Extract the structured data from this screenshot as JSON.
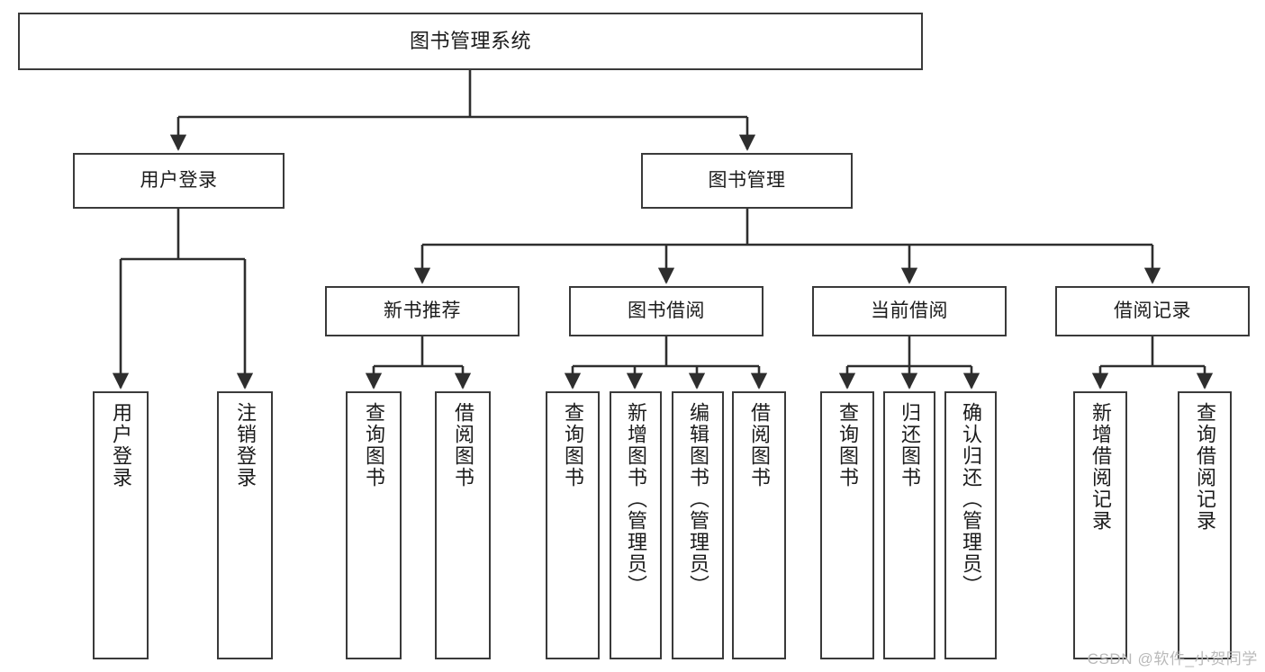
{
  "diagram": {
    "title": "图书管理系统",
    "type": "tree",
    "stroke_color": "#3a3a3a",
    "background_color": "#ffffff",
    "levels": [
      {
        "level": 1,
        "nodes": [
          {
            "id": "root",
            "label": "图书管理系统"
          }
        ]
      },
      {
        "level": 2,
        "nodes": [
          {
            "id": "login",
            "label": "用户登录",
            "parent": "root"
          },
          {
            "id": "bookmgmt",
            "label": "图书管理",
            "parent": "root"
          }
        ]
      },
      {
        "level": 3,
        "nodes": [
          {
            "id": "newbook",
            "label": "新书推荐",
            "parent": "bookmgmt"
          },
          {
            "id": "borrow",
            "label": "图书借阅",
            "parent": "bookmgmt"
          },
          {
            "id": "current",
            "label": "当前借阅",
            "parent": "bookmgmt"
          },
          {
            "id": "record",
            "label": "借阅记录",
            "parent": "bookmgmt"
          }
        ]
      },
      {
        "level": 4,
        "nodes": [
          {
            "id": "leaf1",
            "label": "用户登录",
            "parent": "login"
          },
          {
            "id": "leaf2",
            "label": "注销登录",
            "parent": "login"
          },
          {
            "id": "leaf3",
            "label": "查询图书",
            "parent": "newbook"
          },
          {
            "id": "leaf4",
            "label": "借阅图书",
            "parent": "newbook"
          },
          {
            "id": "leaf5",
            "label": "查询图书",
            "parent": "borrow"
          },
          {
            "id": "leaf6",
            "label": "新增图书（管理员）",
            "parent": "borrow"
          },
          {
            "id": "leaf7",
            "label": "编辑图书（管理员）",
            "parent": "borrow"
          },
          {
            "id": "leaf8",
            "label": "借阅图书",
            "parent": "borrow"
          },
          {
            "id": "leaf9",
            "label": "查询图书",
            "parent": "current"
          },
          {
            "id": "leaf10",
            "label": "归还图书",
            "parent": "current"
          },
          {
            "id": "leaf11",
            "label": "确认归还（管理员）",
            "parent": "current"
          },
          {
            "id": "leaf12",
            "label": "新增借阅记录",
            "parent": "record"
          },
          {
            "id": "leaf13",
            "label": "查询借阅记录",
            "parent": "record"
          }
        ]
      }
    ]
  },
  "watermark": {
    "text": "CSDN @软件_小贺同学"
  }
}
